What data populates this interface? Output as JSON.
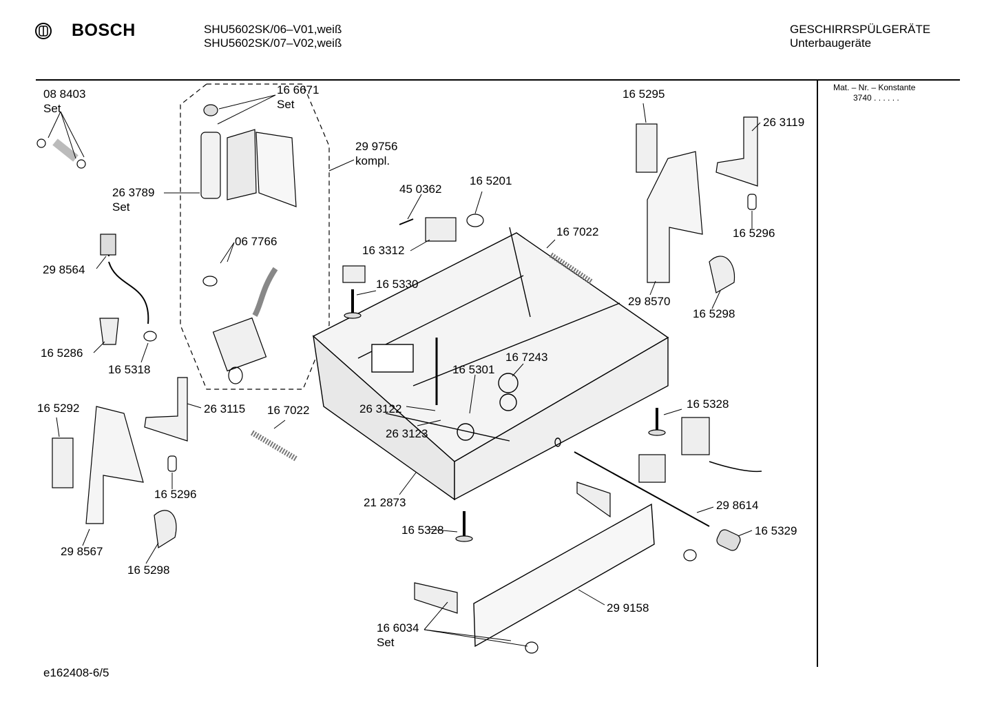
{
  "header": {
    "brand": "BOSCH",
    "models": [
      "SHU5602SK/06–V01,weiß",
      "SHU5602SK/07–V02,weiß"
    ],
    "category": "GESCHIRRSPÜLGERÄTE",
    "subcategory": "Unterbaugeräte"
  },
  "side_panel": {
    "title": "Mat. – Nr. – Konstante",
    "value": "3740 . . . . . ."
  },
  "parts": [
    {
      "id": "088403",
      "number": "08 8403",
      "note": "Set"
    },
    {
      "id": "166671",
      "number": "16 6671",
      "note": "Set"
    },
    {
      "id": "299756",
      "number": "29 9756",
      "note": "kompl."
    },
    {
      "id": "263789",
      "number": "26 3789",
      "note": "Set"
    },
    {
      "id": "298564",
      "number": "29 8564"
    },
    {
      "id": "067766",
      "number": "06 7766"
    },
    {
      "id": "165286",
      "number": "16 5286"
    },
    {
      "id": "165318",
      "number": "16 5318"
    },
    {
      "id": "450362",
      "number": "45 0362"
    },
    {
      "id": "165201",
      "number": "16 5201"
    },
    {
      "id": "163312",
      "number": "16 3312"
    },
    {
      "id": "165330",
      "number": "16 5330"
    },
    {
      "id": "167022a",
      "number": "16 7022"
    },
    {
      "id": "165295",
      "number": "16 5295"
    },
    {
      "id": "263119",
      "number": "26 3119"
    },
    {
      "id": "165296a",
      "number": "16 5296"
    },
    {
      "id": "298570",
      "number": "29 8570"
    },
    {
      "id": "165298a",
      "number": "16 5298"
    },
    {
      "id": "165292",
      "number": "16 5292"
    },
    {
      "id": "263115",
      "number": "26 3115"
    },
    {
      "id": "167022b",
      "number": "16 7022"
    },
    {
      "id": "165296b",
      "number": "16 5296"
    },
    {
      "id": "298567",
      "number": "29 8567"
    },
    {
      "id": "165298b",
      "number": "16 5298"
    },
    {
      "id": "165301",
      "number": "16 5301"
    },
    {
      "id": "167243",
      "number": "16 7243"
    },
    {
      "id": "263122",
      "number": "26 3122"
    },
    {
      "id": "263123",
      "number": "26 3123"
    },
    {
      "id": "165328a",
      "number": "16 5328"
    },
    {
      "id": "212873",
      "number": "21 2873"
    },
    {
      "id": "165328b",
      "number": "16 5328"
    },
    {
      "id": "298614",
      "number": "29 8614"
    },
    {
      "id": "165329",
      "number": "16 5329"
    },
    {
      "id": "299158",
      "number": "29 9158"
    },
    {
      "id": "166034",
      "number": "16 6034",
      "note": "Set"
    }
  ],
  "footer": "e162408-6/5"
}
